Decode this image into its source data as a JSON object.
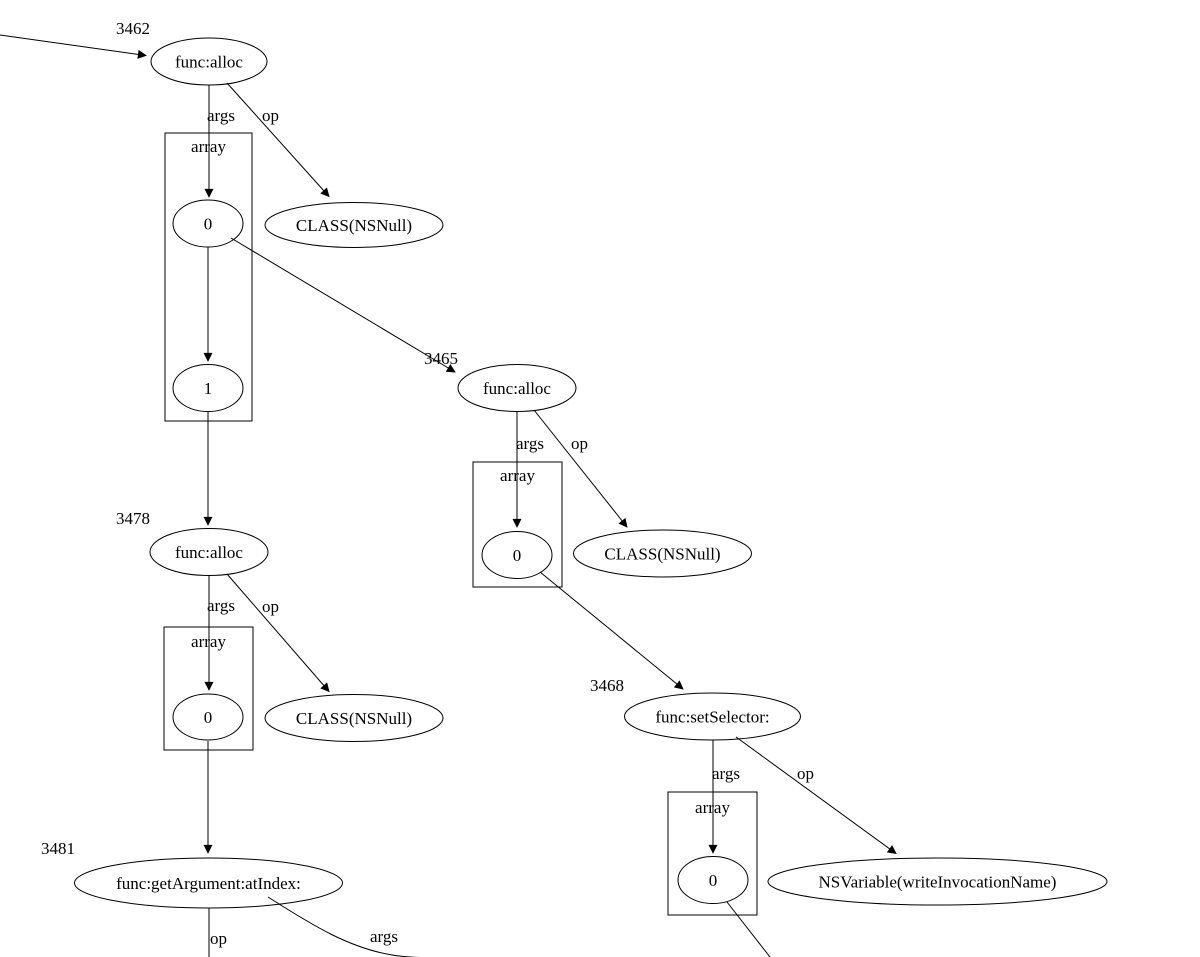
{
  "diagram": {
    "type": "graphviz-call-graph",
    "colors": {
      "background": "#ffffff",
      "line": "#000000",
      "text": "#000000"
    },
    "subtrees": [
      {
        "ref": "3462",
        "func": "func:alloc",
        "args_label": "args",
        "op_label": "op",
        "array_label": "array",
        "items": [
          "0",
          "1"
        ],
        "op_target": "CLASS(NSNull)"
      },
      {
        "ref": "3465",
        "func": "func:alloc",
        "args_label": "args",
        "op_label": "op",
        "array_label": "array",
        "items": [
          "0"
        ],
        "op_target": "CLASS(NSNull)"
      },
      {
        "ref": "3468",
        "func": "func:setSelector:",
        "args_label": "args",
        "op_label": "op",
        "array_label": "array",
        "items": [
          "0"
        ],
        "op_target": "NSVariable(writeInvocationName)"
      },
      {
        "ref": "3478",
        "func": "func:alloc",
        "args_label": "args",
        "op_label": "op",
        "array_label": "array",
        "items": [
          "0"
        ],
        "op_target": "CLASS(NSNull)"
      },
      {
        "ref": "3481",
        "func": "func:getArgument:atIndex:",
        "op_label": "op",
        "args_label": "args"
      }
    ]
  }
}
